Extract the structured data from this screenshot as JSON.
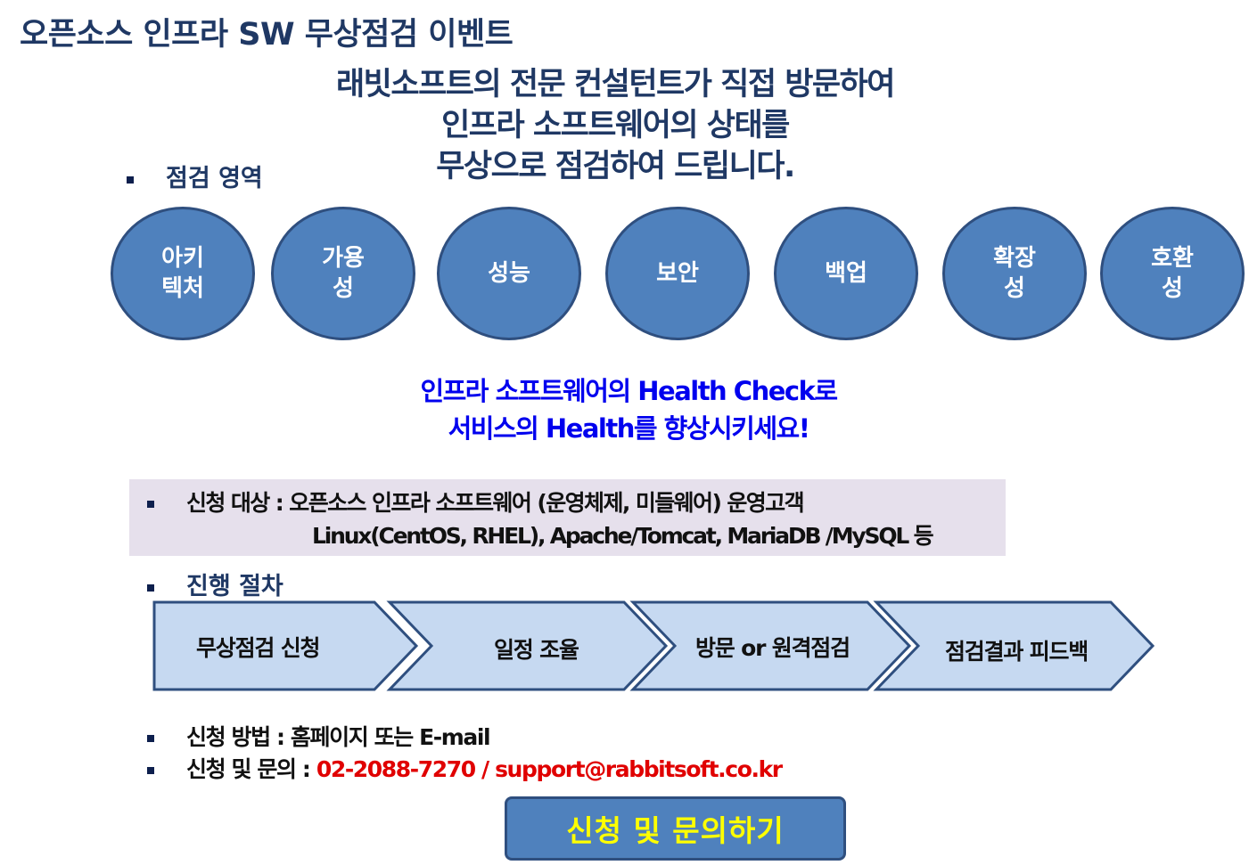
{
  "header": {
    "title": "오픈소스 인프라 SW 무상점검 이벤트"
  },
  "headline": {
    "line1": "래빗소프트의 전문 컨설턴트가 직접 방문하여",
    "line2": "인프라 소프트웨어의 상태를",
    "line3": "무상으로 점검하여 드립니다."
  },
  "areas": {
    "label": "점검 영역",
    "items": [
      {
        "line1": "아키",
        "line2": "텍처"
      },
      {
        "line1": "가용",
        "line2": "성"
      },
      {
        "line1": "성능",
        "line2": ""
      },
      {
        "line1": "보안",
        "line2": ""
      },
      {
        "line1": "백업",
        "line2": ""
      },
      {
        "line1": "확장",
        "line2": "성"
      },
      {
        "line1": "호환",
        "line2": "성"
      }
    ]
  },
  "health": {
    "line1": "인프라 소프트웨어의 Health Check로",
    "line2": "서비스의 Health를 향상시키세요!"
  },
  "target": {
    "line1": "신청 대상 : 오픈소스 인프라 소프트웨어 (운영체제, 미들웨어) 운영고객",
    "line2": "Linux(CentOS, RHEL), Apache/Tomcat, MariaDB /MySQL 등"
  },
  "process": {
    "label": "진행 절차",
    "steps": [
      "무상점검 신청",
      "일정 조율",
      "방문 or 원격점검",
      "점검결과  피드백"
    ]
  },
  "info": {
    "method": "신청 방법 : 홈페이지  또는 E-mail",
    "contact_label": "신청 및 문의 :",
    "contact_value": "02-2088-7270  / support@rabbitsoft.co.kr"
  },
  "cta": {
    "label": "신청 및 문의하기"
  },
  "colors": {
    "navy": "#1f3864",
    "circle_fill": "#4f81bd",
    "circle_border": "#2f4f7f",
    "step_fill": "#c6d9f1",
    "health_text": "#0000ee",
    "contact_text": "#e00000",
    "cta_text": "#ffff00",
    "target_bg": "#e6e0ec"
  }
}
